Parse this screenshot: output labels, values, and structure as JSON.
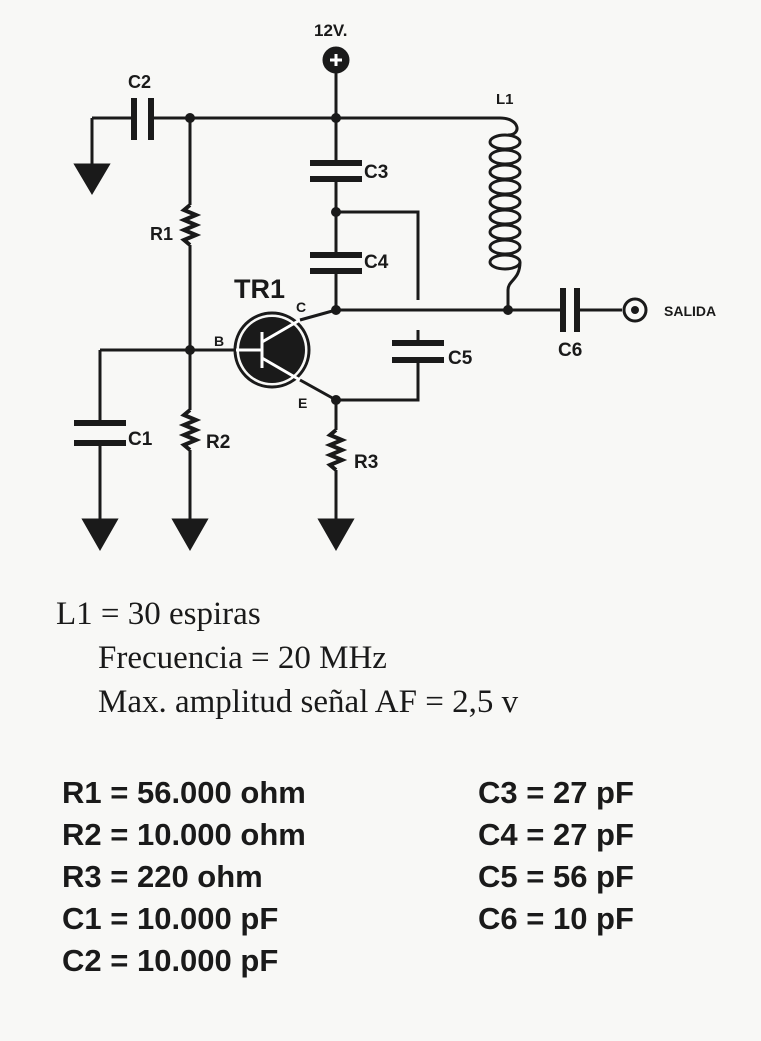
{
  "schematic": {
    "supply_label": "12V.",
    "tr1": "TR1",
    "pin_b": "B",
    "pin_c": "C",
    "pin_e": "E",
    "l1": "L1",
    "c1": "C1",
    "c2": "C2",
    "c3": "C3",
    "c4": "C4",
    "c5": "C5",
    "c6": "C6",
    "r1": "R1",
    "r2": "R2",
    "r3": "R3",
    "output": "SALIDA"
  },
  "specs": [
    "L1 = 30 espiras",
    "Frecuencia = 20 MHz",
    "Max. amplitud señal AF = 2,5 v"
  ],
  "parts_left": [
    "R1 = 56.000 ohm",
    "R2 = 10.000 ohm",
    "R3 = 220 ohm",
    "C1 = 10.000 pF",
    "C2 = 10.000 pF"
  ],
  "parts_right": [
    "C3 = 27 pF",
    "C4 = 27 pF",
    "C5 = 56 pF",
    "C6 = 10 pF"
  ]
}
